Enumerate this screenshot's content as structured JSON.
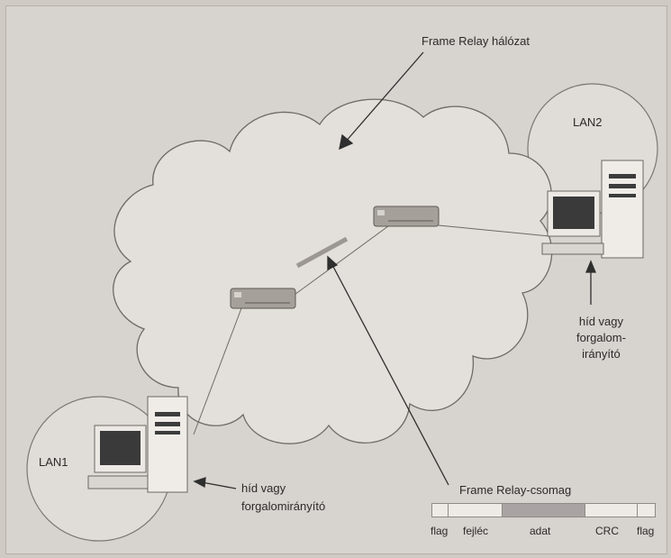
{
  "network_label": "Frame Relay hálózat",
  "lan1_label": "LAN1",
  "lan2_label": "LAN2",
  "device_label_right": [
    "híd vagy",
    "forgalom-",
    "irányító"
  ],
  "device_label_left": [
    "híd vagy",
    "forgalomirányító"
  ],
  "packet_title": "Frame Relay-csomag",
  "packet_fields": [
    "flag",
    "fejléc",
    "adat",
    "CRC",
    "flag"
  ]
}
